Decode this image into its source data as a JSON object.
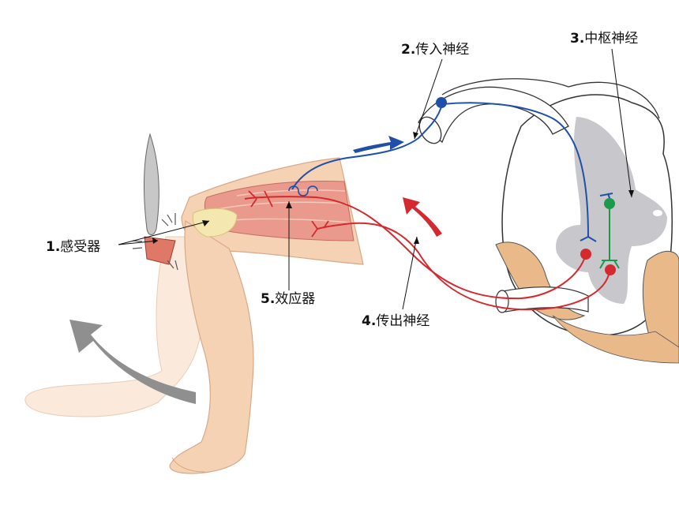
{
  "labels": {
    "receptor": {
      "num": "1.",
      "text": "感受器"
    },
    "afferent": {
      "num": "2.",
      "text": "传入神经"
    },
    "center": {
      "num": "3.",
      "text": "中枢神经"
    },
    "efferent": {
      "num": "4.",
      "text": "传出神经"
    },
    "effector": {
      "num": "5.",
      "text": "效应器"
    }
  },
  "colors": {
    "afferent_nerve": "#1f4fa8",
    "efferent_nerve": "#d42a2f",
    "interneuron": "#1a9a4a",
    "gray_matter": "#c8c8cc",
    "skin": "#f6d2b4",
    "muscle": "#e99a8c",
    "spine_bone": "#e9b98a",
    "motion_arrow": "#8f8f8f"
  }
}
